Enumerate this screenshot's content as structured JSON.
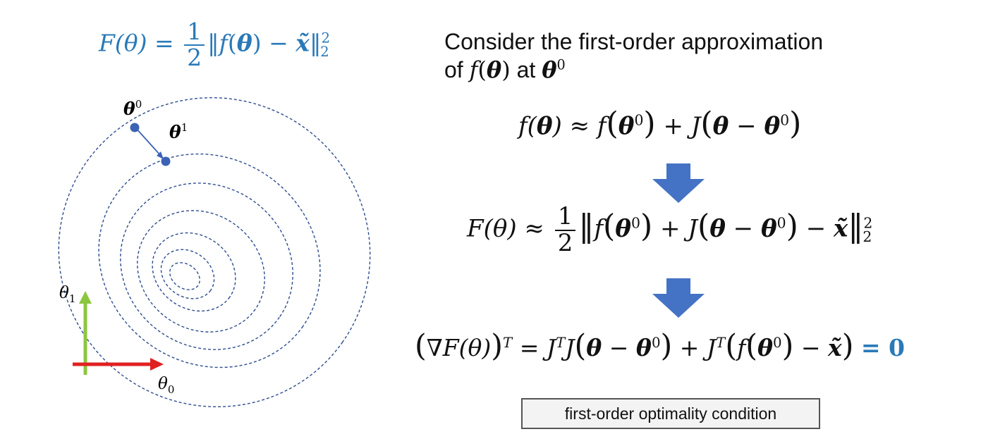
{
  "top_formula": {
    "lhs": "F(θ) =",
    "frac_num": "1",
    "frac_den": "2",
    "norm_open": "‖",
    "f": "f",
    "theta_bold": "θ",
    "minus": "−",
    "x_tilde": "x̃",
    "norm_close": "‖",
    "sup": "2",
    "sub": "2"
  },
  "intro": {
    "line1": "Consider the first-order approximation",
    "line2_prefix": "of ",
    "line2_f": "f",
    "line2_theta": "θ",
    "line2_mid": " at ",
    "line2_theta0": "θ",
    "line2_sup": "0"
  },
  "eq_approx": {
    "text_a": "f(",
    "theta": "θ",
    "text_b": ") ≈ f",
    "theta0": "θ",
    "sup0": "0",
    "text_c": " + J",
    "theta_c": "θ",
    "minus": " − ",
    "theta0_c": "θ",
    "sup0_c": "0"
  },
  "eq_quadratic": {
    "lhs": "F(θ) ≈",
    "frac_num": "1",
    "frac_den": "2",
    "f": "f",
    "theta0": "θ",
    "sup0": "0",
    "plus_j": " + J",
    "theta": "θ",
    "minus": " − ",
    "theta0_b": "θ",
    "sup0_b": "0",
    "minus_x": " − ",
    "x_tilde": "x̃",
    "sup": "2",
    "sub": "2"
  },
  "eq_gradient": {
    "nabla": "∇F(θ)",
    "sup_t": "T",
    "eq": " = J",
    "sup_t2": "T",
    "j": "J",
    "theta": "θ",
    "minus": " − ",
    "theta0": "θ",
    "sup0": "0",
    "plus": " + J",
    "sup_t3": "T",
    "f": "f",
    "theta0_b": "θ",
    "sup0_b": "0",
    "minus_x": " − ",
    "x_tilde": "x̃",
    "result": "= 0"
  },
  "plot": {
    "label_theta0": "θ",
    "label_theta0_sup": "0",
    "label_theta1": "θ",
    "label_theta1_sup": "1",
    "axis_y_label": "θ",
    "axis_y_sub": "1",
    "axis_x_label": "θ",
    "axis_x_sub": "0"
  },
  "caption": "first-order optimality condition",
  "colors": {
    "accent_blue": "#2a7ab8",
    "contour": "#2f4d8f",
    "point": "#3b62b5",
    "arrow_fill": "#4472c4",
    "axis_x": "#e02020",
    "axis_y": "#8cc63f"
  }
}
